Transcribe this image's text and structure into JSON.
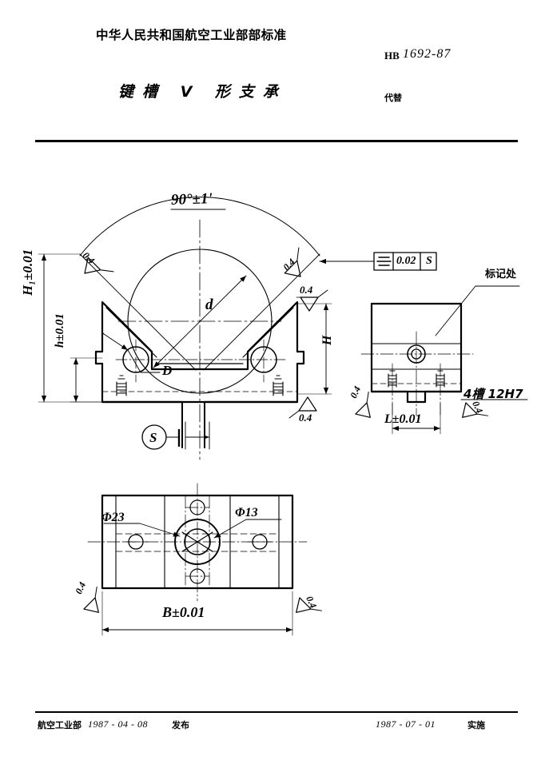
{
  "document": {
    "organization": "中华人民共和国航空工业部部标准",
    "standard_prefix": "HB",
    "standard_number": "1692-87",
    "title": "键槽 V 形支承",
    "replaces_label": "代替",
    "replaces_value": ""
  },
  "footer": {
    "issuer": "航空工业部",
    "publish_date": "1987 - 04 - 08",
    "publish_label": "发布",
    "effective_date": "1987 - 07 - 01",
    "effective_label": "实施"
  },
  "front_view": {
    "angle": "90°±1'",
    "height_total": "H₁±0.01",
    "height_lower": "h±0.01",
    "height_h": "H",
    "shaft_dia": "d",
    "hole_dia": "D",
    "datum": "S",
    "roughness": "0.4"
  },
  "tolerance_frame": {
    "symbol": "symmetry",
    "value": "0.02",
    "datum": "S"
  },
  "side_view": {
    "callout_mark": "标记处",
    "slot_note": "4槽 12H7",
    "length": "L±0.01",
    "roughness": "0.4"
  },
  "plan_view": {
    "bore_large": "Φ23",
    "bore_small": "Φ13",
    "width": "B±0.01",
    "roughness": "0.4"
  },
  "colors": {
    "ink": "#000000",
    "paper": "#ffffff"
  }
}
